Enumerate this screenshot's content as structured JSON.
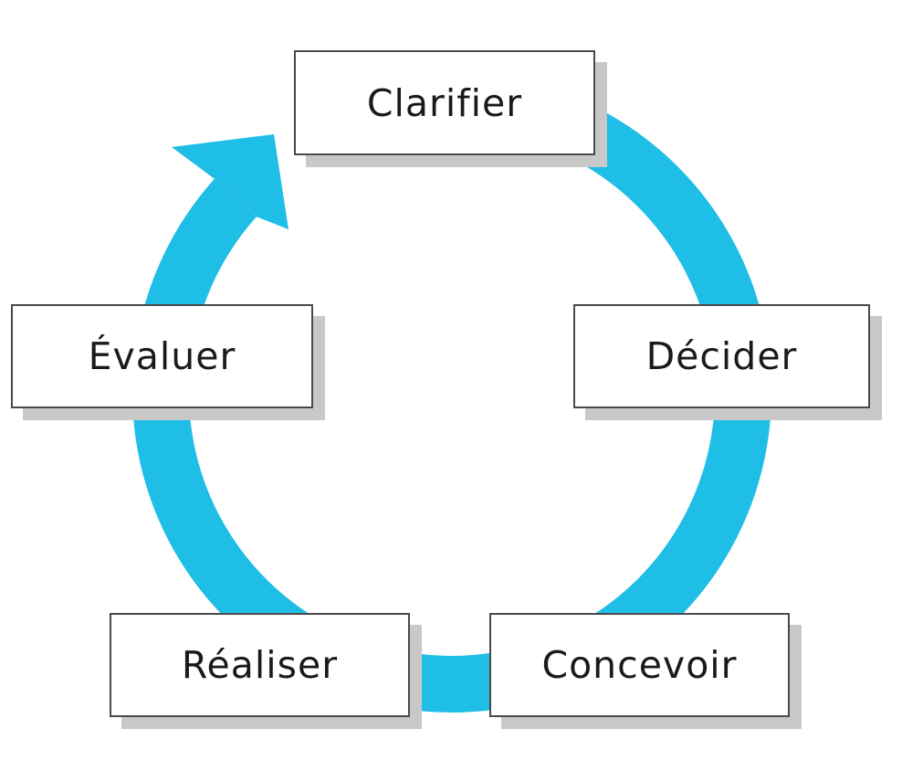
{
  "diagram": {
    "type": "cycle",
    "direction": "clockwise",
    "steps": [
      {
        "label": "Clarifier",
        "position": "top"
      },
      {
        "label": "Décider",
        "position": "right"
      },
      {
        "label": "Concevoir",
        "position": "bottom-right"
      },
      {
        "label": "Réaliser",
        "position": "bottom-left"
      },
      {
        "label": "Évaluer",
        "position": "left"
      }
    ]
  },
  "steps": [
    {
      "label": "Clarifier"
    },
    {
      "label": "Décider"
    },
    {
      "label": "Concevoir"
    },
    {
      "label": "Réaliser"
    },
    {
      "label": "Évaluer"
    }
  ],
  "colors": {
    "arrow": "#1fbee6",
    "box_bg": "#ffffff",
    "box_border": "#4a4a4a",
    "shadow": "#c8c8c8",
    "text": "#1a1a1a",
    "background": "#ffffff"
  }
}
